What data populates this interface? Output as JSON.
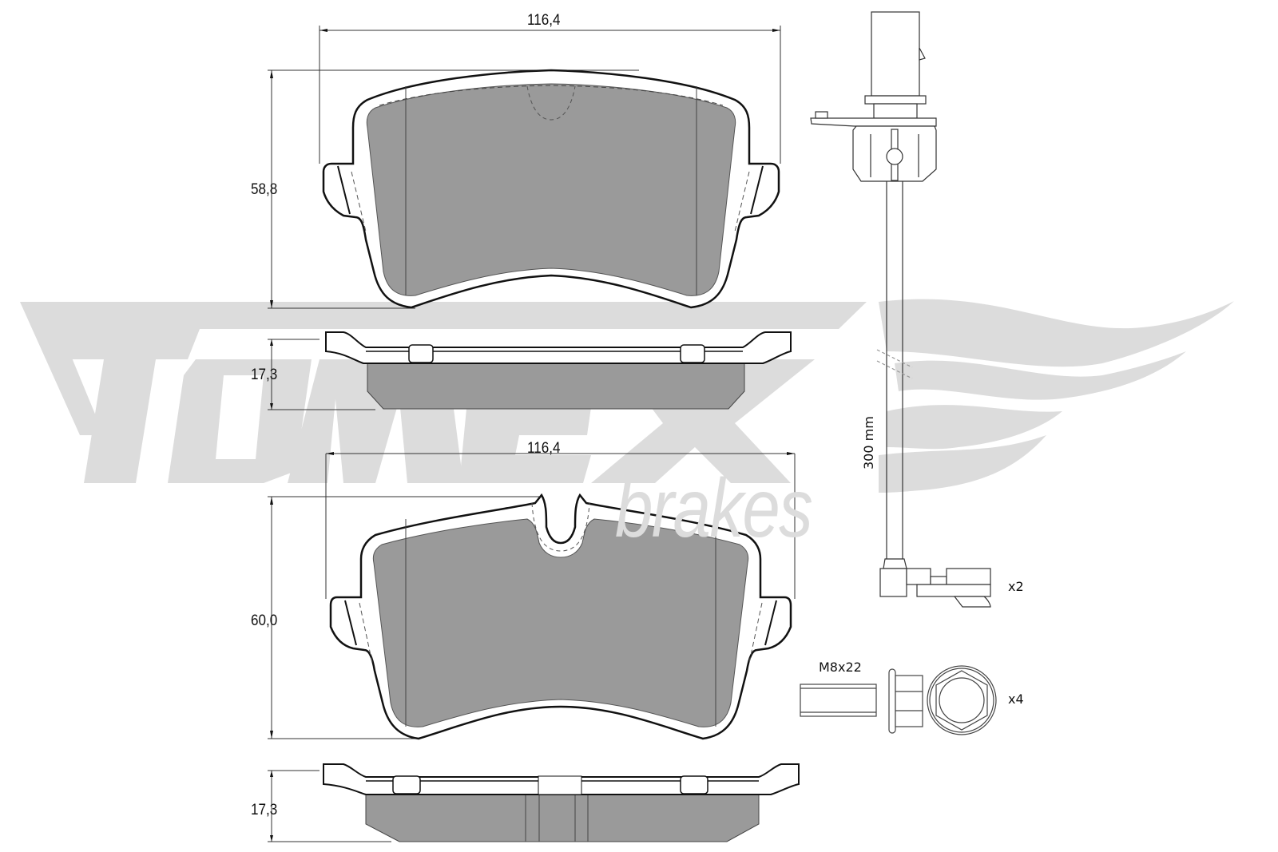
{
  "brand": {
    "watermark_logo": "TOMEX",
    "watermark_sub": "brakes",
    "watermark_color": "#dcdcdc"
  },
  "colors": {
    "friction_material": "#9a9a9a",
    "line": "#111111",
    "background": "#ffffff"
  },
  "pad_outer": {
    "width_label": "116,4",
    "height_label": "58,8",
    "thickness_label": "17,3"
  },
  "pad_inner": {
    "width_label": "116,4",
    "height_label": "60,0",
    "thickness_label": "17,3"
  },
  "wear_sensor": {
    "length_label": "300 mm",
    "quantity_label": "x2"
  },
  "bolt": {
    "size_label": "M8x22",
    "quantity_label": "x4"
  }
}
